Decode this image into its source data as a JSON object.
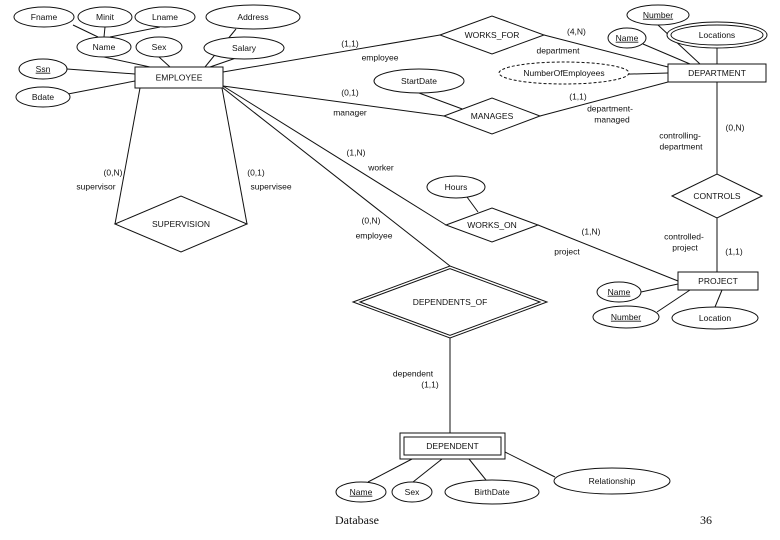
{
  "entities": [
    {
      "id": "employee",
      "label": "EMPLOYEE",
      "weak": false
    },
    {
      "id": "department",
      "label": "DEPARTMENT",
      "weak": false
    },
    {
      "id": "project",
      "label": "PROJECT",
      "weak": false
    },
    {
      "id": "dependent",
      "label": "DEPENDENT",
      "weak": true
    }
  ],
  "relationships": [
    {
      "id": "works_for",
      "label": "WORKS_FOR",
      "identifying": false
    },
    {
      "id": "manages",
      "label": "MANAGES",
      "identifying": false
    },
    {
      "id": "works_on",
      "label": "WORKS_ON",
      "identifying": false
    },
    {
      "id": "controls",
      "label": "CONTROLS",
      "identifying": false
    },
    {
      "id": "supervision",
      "label": "SUPERVISION",
      "identifying": false
    },
    {
      "id": "dependents_of",
      "label": "DEPENDENTS_OF",
      "identifying": true
    }
  ],
  "attributes": [
    {
      "id": "fname",
      "label": "Fname",
      "key": false,
      "multivalued": false,
      "derived": false
    },
    {
      "id": "minit",
      "label": "Minit",
      "key": false,
      "multivalued": false,
      "derived": false
    },
    {
      "id": "lname",
      "label": "Lname",
      "key": false,
      "multivalued": false,
      "derived": false
    },
    {
      "id": "emp_name",
      "label": "Name",
      "key": false,
      "multivalued": false,
      "derived": false
    },
    {
      "id": "sex",
      "label": "Sex",
      "key": false,
      "multivalued": false,
      "derived": false
    },
    {
      "id": "address",
      "label": "Address",
      "key": false,
      "multivalued": false,
      "derived": false
    },
    {
      "id": "salary",
      "label": "Salary",
      "key": false,
      "multivalued": false,
      "derived": false
    },
    {
      "id": "ssn",
      "label": "Ssn",
      "key": true,
      "multivalued": false,
      "derived": false
    },
    {
      "id": "bdate",
      "label": "Bdate",
      "key": false,
      "multivalued": false,
      "derived": false
    },
    {
      "id": "startdate",
      "label": "StartDate",
      "key": false,
      "multivalued": false,
      "derived": false
    },
    {
      "id": "numemp",
      "label": "NumberOfEmployees",
      "key": false,
      "multivalued": false,
      "derived": true
    },
    {
      "id": "dept_number",
      "label": "Number",
      "key": true,
      "multivalued": false,
      "derived": false
    },
    {
      "id": "dept_name",
      "label": "Name",
      "key": true,
      "multivalued": false,
      "derived": false
    },
    {
      "id": "locations",
      "label": "Locations",
      "key": false,
      "multivalued": true,
      "derived": false
    },
    {
      "id": "hours",
      "label": "Hours",
      "key": false,
      "multivalued": false,
      "derived": false
    },
    {
      "id": "proj_name",
      "label": "Name",
      "key": true,
      "multivalued": false,
      "derived": false
    },
    {
      "id": "proj_number",
      "label": "Number",
      "key": true,
      "multivalued": false,
      "derived": false
    },
    {
      "id": "location",
      "label": "Location",
      "key": false,
      "multivalued": false,
      "derived": false
    },
    {
      "id": "dep_name",
      "label": "Name",
      "key": true,
      "multivalued": false,
      "derived": false
    },
    {
      "id": "dep_sex",
      "label": "Sex",
      "key": false,
      "multivalued": false,
      "derived": false
    },
    {
      "id": "birthdate",
      "label": "BirthDate",
      "key": false,
      "multivalued": false,
      "derived": false
    },
    {
      "id": "relationship",
      "label": "Relationship",
      "key": false,
      "multivalued": false,
      "derived": false
    }
  ],
  "edge_labels": [
    {
      "id": "wf_emp_card",
      "text": "(1,1)"
    },
    {
      "id": "wf_emp_role",
      "text": "employee"
    },
    {
      "id": "wf_dept_card",
      "text": "(4,N)"
    },
    {
      "id": "wf_dept_role",
      "text": "department"
    },
    {
      "id": "mg_emp_card",
      "text": "(0,1)"
    },
    {
      "id": "mg_emp_role",
      "text": "manager"
    },
    {
      "id": "mg_dept_card",
      "text": "(1,1)"
    },
    {
      "id": "mg_dept_role1",
      "text": "department-"
    },
    {
      "id": "mg_dept_role2",
      "text": "managed"
    },
    {
      "id": "wo_emp_card",
      "text": "(1,N)"
    },
    {
      "id": "wo_emp_role",
      "text": "worker"
    },
    {
      "id": "wo_proj_card",
      "text": "(1,N)"
    },
    {
      "id": "wo_proj_role",
      "text": "project"
    },
    {
      "id": "sup_card_l",
      "text": "(0,N)"
    },
    {
      "id": "sup_role_l",
      "text": "supervisor"
    },
    {
      "id": "sup_card_r",
      "text": "(0,1)"
    },
    {
      "id": "sup_role_r",
      "text": "supervisee"
    },
    {
      "id": "ct_dept_card",
      "text": "(0,N)"
    },
    {
      "id": "ct_dept_role1",
      "text": "controlling-"
    },
    {
      "id": "ct_dept_role2",
      "text": "department"
    },
    {
      "id": "ct_proj_role1",
      "text": "controlled-"
    },
    {
      "id": "ct_proj_role2",
      "text": "project"
    },
    {
      "id": "ct_proj_card",
      "text": "(1,1)"
    },
    {
      "id": "do_emp_card",
      "text": "(0,N)"
    },
    {
      "id": "do_emp_role",
      "text": "employee"
    },
    {
      "id": "do_dep_role",
      "text": "dependent"
    },
    {
      "id": "do_dep_card",
      "text": "(1,1)"
    }
  ],
  "footer": {
    "left": "Database",
    "right": "36"
  }
}
